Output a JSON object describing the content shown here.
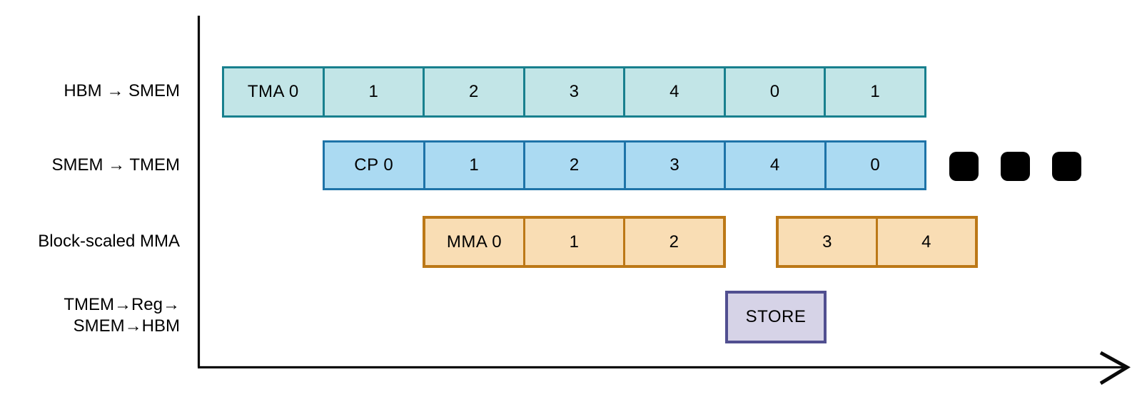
{
  "colors": {
    "teal-fill": "#c2e5e7",
    "teal-border": "#18808e",
    "blue-fill": "#abdaf2",
    "blue-border": "#1e73a8",
    "orange-fill": "#f9ddb4",
    "orange-border": "#bc7817",
    "purple-fill": "#d6d3e7",
    "purple-border": "#514f90",
    "axis": "#0a0a0a",
    "dot": "#000000",
    "text": "#000000"
  },
  "lanes": [
    {
      "label": "HBM → SMEM",
      "cells": [
        "TMA 0",
        "1",
        "2",
        "3",
        "4",
        "0",
        "1"
      ]
    },
    {
      "label": "SMEM → TMEM",
      "cells": [
        "CP 0",
        "1",
        "2",
        "3",
        "4",
        "0"
      ]
    },
    {
      "label": "Block-scaled MMA",
      "groups": [
        [
          "MMA 0",
          "1",
          "2"
        ],
        [
          "3",
          "4"
        ]
      ]
    },
    {
      "label_line1": "TMEM→Reg→",
      "label_line2": "SMEM→HBM",
      "store_label": "STORE"
    }
  ],
  "continuation_dots": 3
}
